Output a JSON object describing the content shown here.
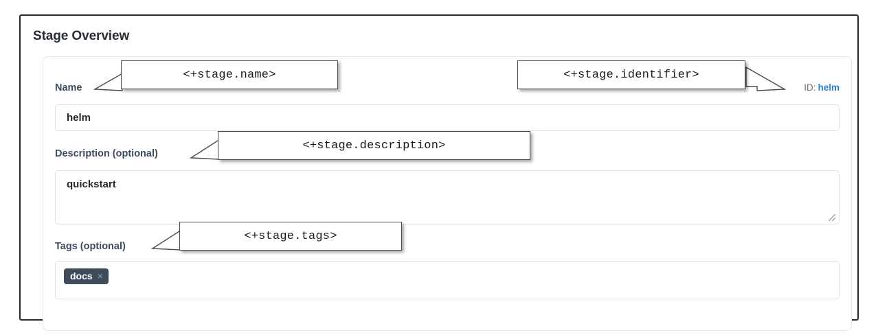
{
  "panel": {
    "title": "Stage Overview"
  },
  "identifier": {
    "label": "ID:",
    "value": "helm"
  },
  "fields": {
    "name": {
      "label": "Name",
      "value": "helm"
    },
    "description": {
      "label": "Description (optional)",
      "value": "quickstart"
    },
    "tags": {
      "label": "Tags (optional)",
      "chips": [
        {
          "label": "docs",
          "remove": "×"
        }
      ]
    }
  },
  "annotations": [
    {
      "text": "<+stage.name>"
    },
    {
      "text": "<+stage.identifier>"
    },
    {
      "text": "<+stage.description>"
    },
    {
      "text": "<+stage.tags>"
    }
  ],
  "colors": {
    "link": "#2e7fd4",
    "label": "#3e4c5e",
    "chip_bg": "#3e4b5b",
    "frame": "#2b2b2b"
  }
}
